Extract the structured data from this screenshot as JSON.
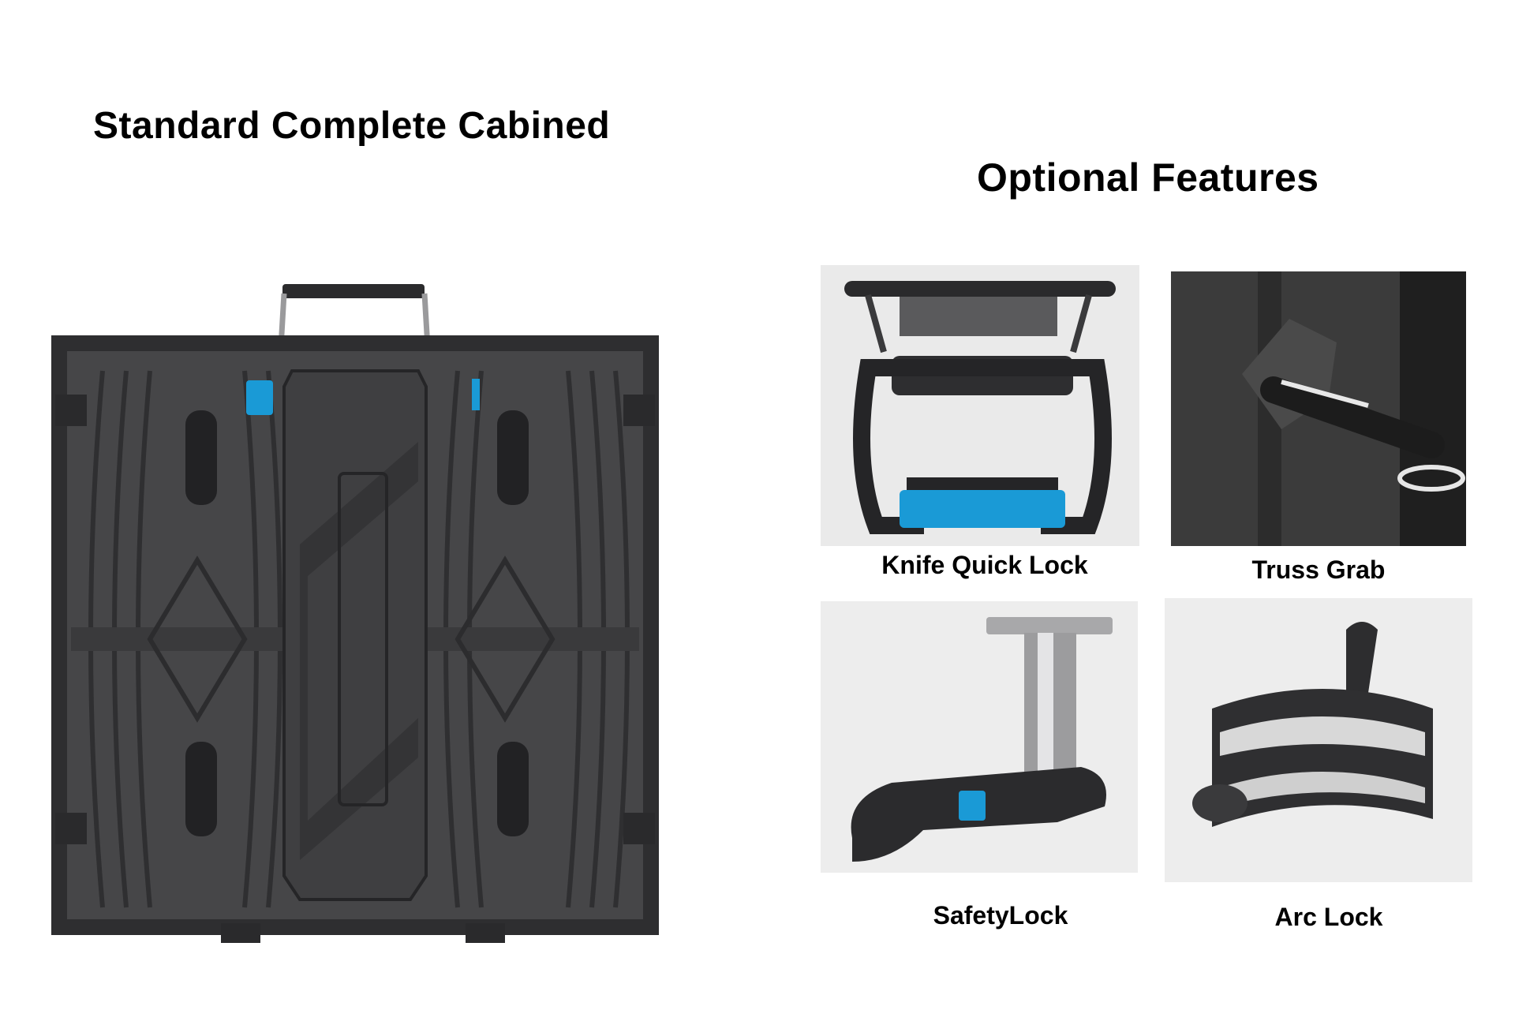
{
  "left": {
    "title": "Standard Complete Cabined"
  },
  "right": {
    "title": "Optional Features",
    "features": [
      {
        "label": "Knife Quick Lock",
        "icon": "knife-quick-lock-photo"
      },
      {
        "label": "Truss Grab",
        "icon": "truss-grab-photo"
      },
      {
        "label": "SafetyLock",
        "icon": "safety-lock-photo"
      },
      {
        "label": "Arc Lock",
        "icon": "arc-lock-photo"
      }
    ]
  },
  "colors": {
    "accent_blue": "#1a9ad6",
    "cabinet": "#3a3a3c",
    "background": "#ffffff"
  }
}
